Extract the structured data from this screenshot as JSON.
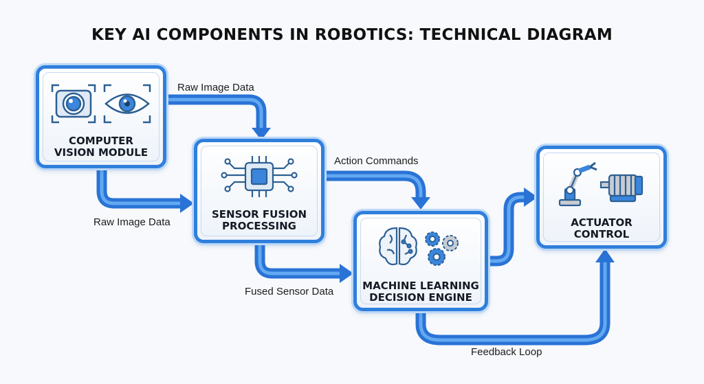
{
  "title": "KEY AI COMPONENTS IN ROBOTICS: TECHNICAL DIAGRAM",
  "colors": {
    "accent": "#2f7fdc",
    "accent_light": "#bcd8f7",
    "icon": "#2c5f93"
  },
  "nodes": {
    "vision": {
      "line1": "COMPUTER",
      "line2": "VISION MODULE",
      "icons": [
        "camera-icon",
        "eye-icon"
      ]
    },
    "fusion": {
      "line1": "SENSOR FUSION",
      "line2": "PROCESSING",
      "icons": [
        "microchip-icon"
      ]
    },
    "ml": {
      "line1": "MACHINE LEARNING",
      "line2": "DECISION ENGINE",
      "icons": [
        "brain-icon",
        "gears-icon"
      ]
    },
    "actuator": {
      "line1": "ACTUATOR",
      "line2": "CONTROL",
      "icons": [
        "robot-arm-icon",
        "motor-icon"
      ]
    }
  },
  "edges": {
    "vision_to_fusion_top": "Raw Image Data",
    "vision_to_fusion_bottom": "Raw Image Data",
    "fusion_to_ml_top": "Action Commands",
    "fusion_to_ml_bottom": "Fused Sensor Data",
    "feedback": "Feedback Loop"
  }
}
